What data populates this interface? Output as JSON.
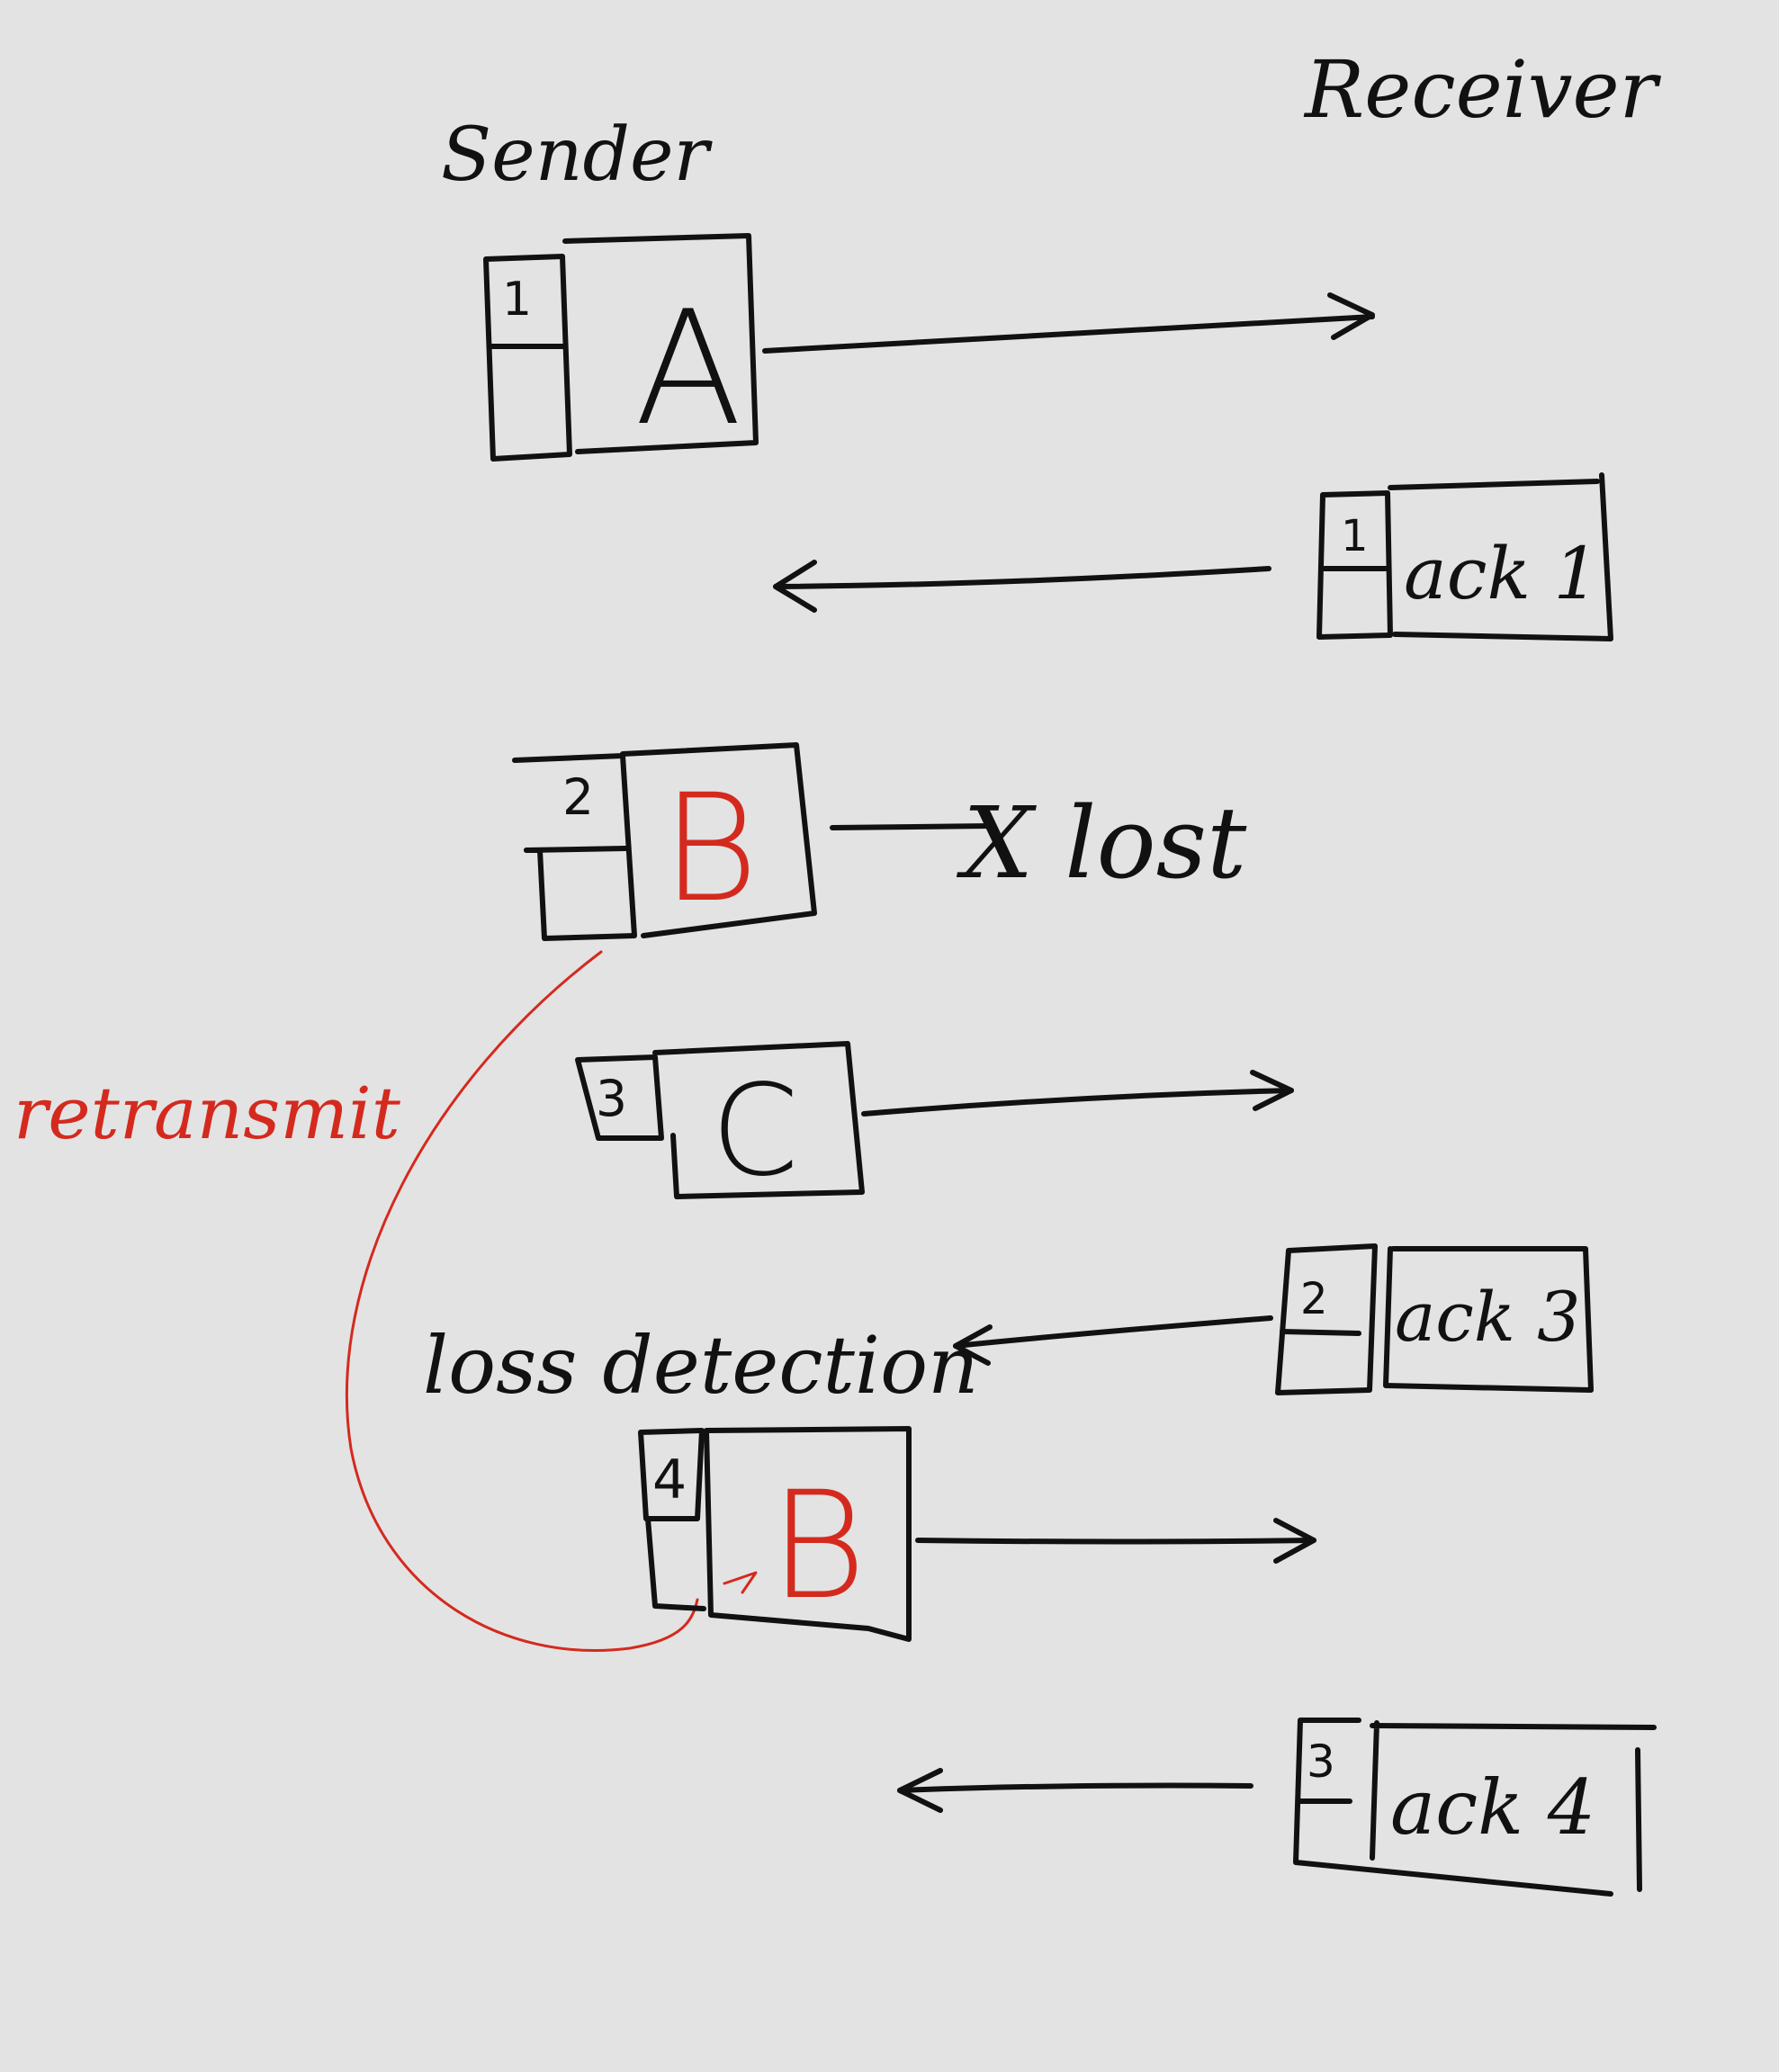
{
  "headers": {
    "sender": "Sender",
    "receiver": "Receiver"
  },
  "packets": [
    {
      "number": "1",
      "payload": "A"
    },
    {
      "number": "2",
      "payload": "B",
      "status": "X lost"
    },
    {
      "number": "3",
      "payload": "C"
    },
    {
      "number": "4",
      "payload": "B"
    }
  ],
  "acks": [
    {
      "number": "1",
      "label": "ack 1"
    },
    {
      "number": "2",
      "label": "ack 3"
    },
    {
      "number": "3",
      "label": "ack 4"
    }
  ],
  "annotations": {
    "retransmit": "retransmit",
    "loss_detection": "loss detection"
  },
  "colors": {
    "ink": "#111111",
    "highlight": "#d42a1e",
    "background": "#e3e3e3"
  }
}
